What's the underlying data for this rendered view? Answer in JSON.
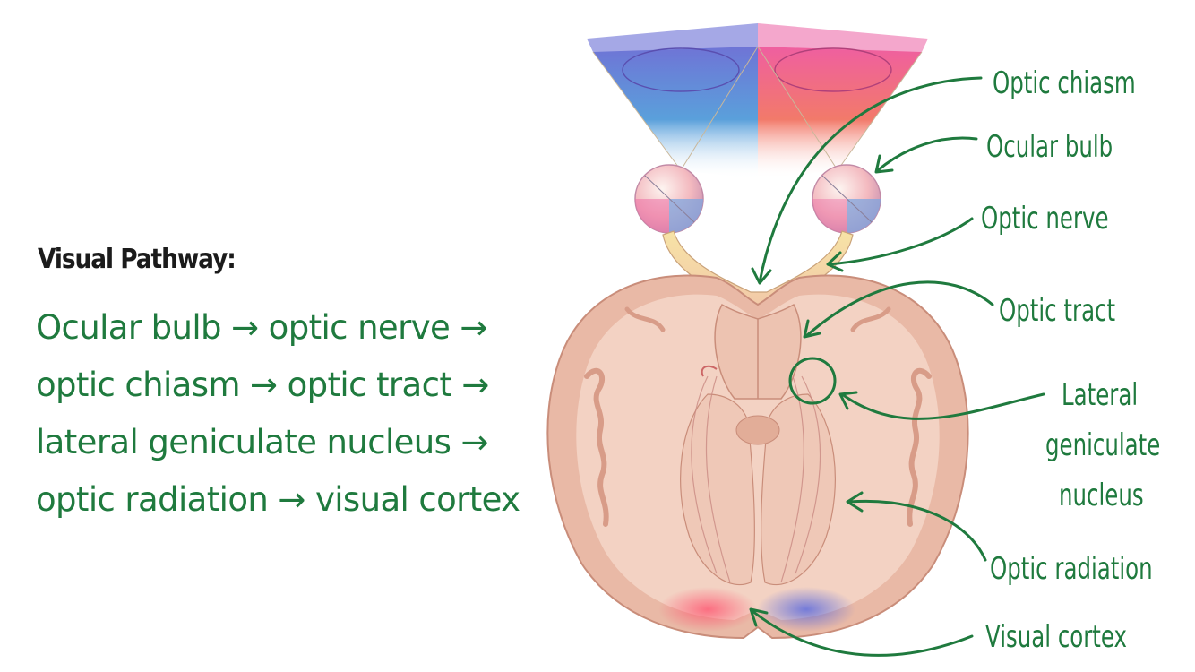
{
  "heading": "Visual Pathway:",
  "pathway_lines": [
    "Ocular bulb → optic nerve →",
    "optic chiasm → optic tract →",
    "lateral geniculate nucleus →",
    "optic radiation → visual cortex"
  ],
  "labels": {
    "optic_chiasm": "Optic chiasm",
    "ocular_bulb": "Ocular bulb",
    "optic_nerve": "Optic nerve",
    "optic_tract": "Optic tract",
    "lgn_1": "Lateral",
    "lgn_2": "geniculate",
    "lgn_3": "nucleus",
    "optic_radiation": "Optic radiation",
    "visual_cortex": "Visual cortex"
  },
  "colors": {
    "label_green": "#1f7a3e",
    "heading": "#1b1b1b",
    "brain_outer": "#e9b9a6",
    "brain_inner": "#f3d2c3",
    "left_field": "#6f74d6",
    "right_field": "#ef5fa0"
  }
}
